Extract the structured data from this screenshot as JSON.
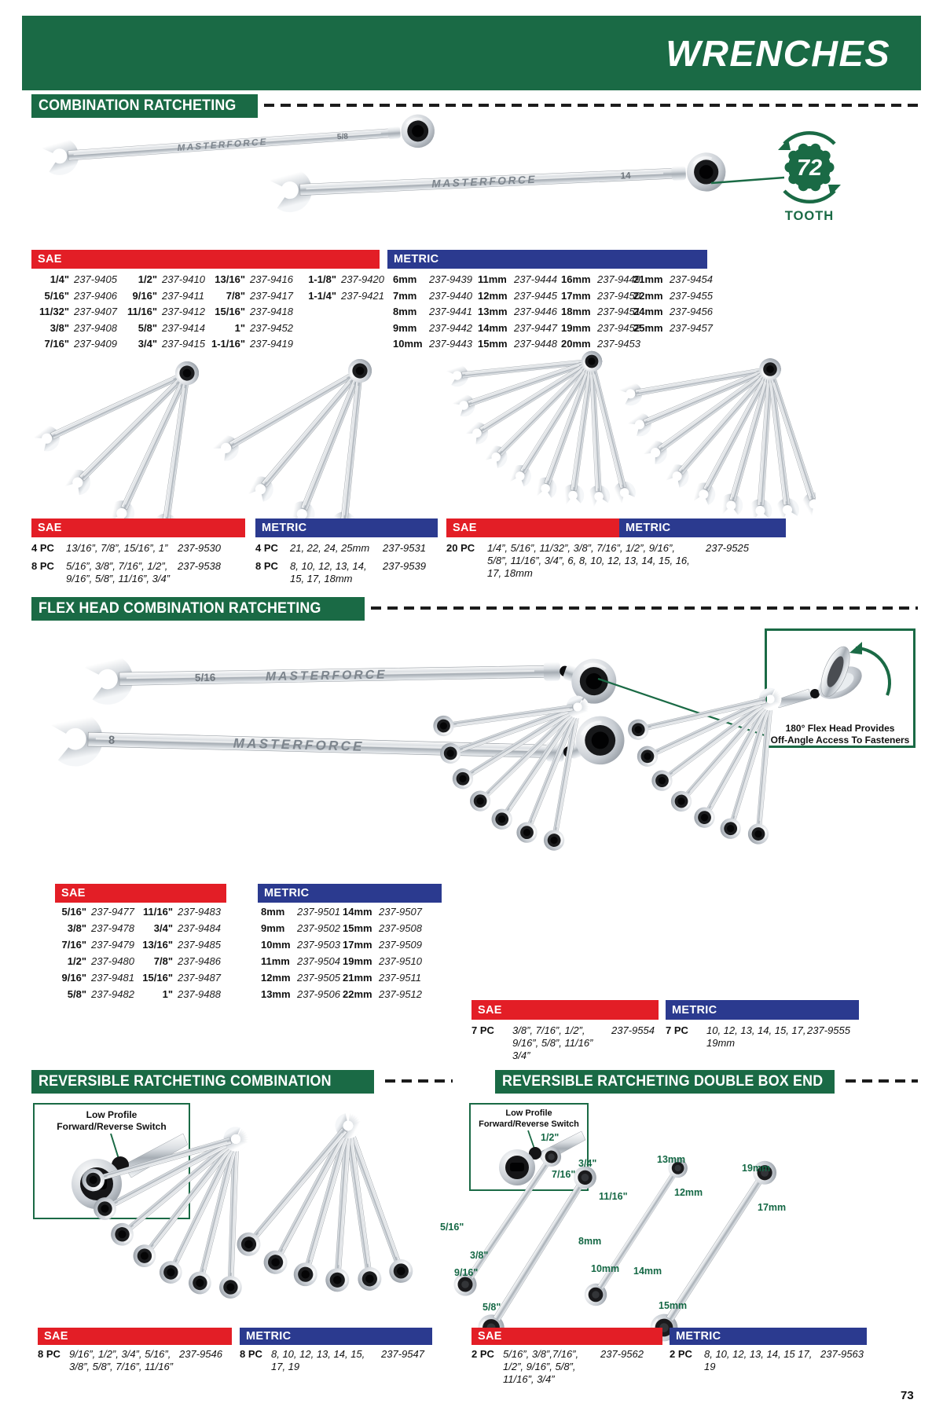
{
  "page": {
    "header": "WRENCHES",
    "number": "73"
  },
  "colors": {
    "green": "#1a6a45",
    "red": "#e31e26",
    "blue": "#2b3a8f",
    "labelGreen": "#156845",
    "dash": "#1c1c1c"
  },
  "labels": {
    "sae": "SAE",
    "metric": "METRIC"
  },
  "sections": {
    "combo": {
      "title": "COMBINATION RATCHETING"
    },
    "flex": {
      "title": "FLEX HEAD COMBINATION RATCHETING"
    },
    "revCombo": {
      "title": "REVERSIBLE RATCHETING COMBINATION"
    },
    "revBox": {
      "title": "REVERSIBLE RATCHETING DOUBLE BOX END"
    }
  },
  "badge": {
    "number": "72",
    "label": "TOOTH"
  },
  "brand": "MASTERFORCE",
  "marks": [
    "5/8",
    "14",
    "5/16",
    "8"
  ],
  "comboSae": {
    "col1": [
      {
        "size": "1/4\"",
        "part": "237-9405"
      },
      {
        "size": "5/16\"",
        "part": "237-9406"
      },
      {
        "size": "11/32\"",
        "part": "237-9407"
      },
      {
        "size": "3/8\"",
        "part": "237-9408"
      },
      {
        "size": "7/16\"",
        "part": "237-9409"
      }
    ],
    "col2": [
      {
        "size": "1/2\"",
        "part": "237-9410"
      },
      {
        "size": "9/16\"",
        "part": "237-9411"
      },
      {
        "size": "11/16\"",
        "part": "237-9412"
      },
      {
        "size": "5/8\"",
        "part": "237-9414"
      },
      {
        "size": "3/4\"",
        "part": "237-9415"
      }
    ],
    "col3": [
      {
        "size": "13/16\"",
        "part": "237-9416"
      },
      {
        "size": "7/8\"",
        "part": "237-9417"
      },
      {
        "size": "15/16\"",
        "part": "237-9418"
      },
      {
        "size": "1\"",
        "part": "237-9452"
      },
      {
        "size": "1-1/16\"",
        "part": "237-9419"
      }
    ],
    "col4": [
      {
        "size": "1-1/8\"",
        "part": "237-9420"
      },
      {
        "size": "1-1/4\"",
        "part": "237-9421"
      }
    ]
  },
  "comboMetric": {
    "col1": [
      {
        "size": "6mm",
        "part": "237-9439"
      },
      {
        "size": "7mm",
        "part": "237-9440"
      },
      {
        "size": "8mm",
        "part": "237-9441"
      },
      {
        "size": "9mm",
        "part": "237-9442"
      },
      {
        "size": "10mm",
        "part": "237-9443"
      }
    ],
    "col2": [
      {
        "size": "11mm",
        "part": "237-9444"
      },
      {
        "size": "12mm",
        "part": "237-9445"
      },
      {
        "size": "13mm",
        "part": "237-9446"
      },
      {
        "size": "14mm",
        "part": "237-9447"
      },
      {
        "size": "15mm",
        "part": "237-9448"
      }
    ],
    "col3": [
      {
        "size": "16mm",
        "part": "237-9449"
      },
      {
        "size": "17mm",
        "part": "237-9450"
      },
      {
        "size": "18mm",
        "part": "237-9451"
      },
      {
        "size": "19mm",
        "part": "237-9452"
      },
      {
        "size": "20mm",
        "part": "237-9453"
      }
    ],
    "col4": [
      {
        "size": "21mm",
        "part": "237-9454"
      },
      {
        "size": "22mm",
        "part": "237-9455"
      },
      {
        "size": "24mm",
        "part": "237-9456"
      },
      {
        "size": "25mm",
        "part": "237-9457"
      }
    ]
  },
  "comboSetsSae": {
    "rows": [
      {
        "pc": "4 PC",
        "sizes": "13/16”, 7/8”, 15/16”, 1”",
        "part": "237-9530"
      },
      {
        "pc": "8 PC",
        "sizes": "5/16”, 3/8”, 7/16”, 1/2”, 9/16”, 5/8”, 11/16”, 3/4”",
        "part": "237-9538"
      }
    ]
  },
  "comboSetsMetric": {
    "rows": [
      {
        "pc": "4 PC",
        "sizes": "21, 22, 24, 25mm",
        "part": "237-9531"
      },
      {
        "pc": "8 PC",
        "sizes": "8, 10, 12, 13, 14, 15, 17, 18mm",
        "part": "237-9539"
      }
    ]
  },
  "set20": {
    "pc": "20 PC",
    "sizes": "1/4”, 5/16”, 11/32”, 3/8”, 7/16”, 1/2”, 9/16”, 5/8”, 11/16”, 3/4”, 6, 8, 10, 12, 13, 14, 15, 16, 17, 18mm",
    "part": "237-9525"
  },
  "flexSae": {
    "col1": [
      {
        "size": "5/16\"",
        "part": "237-9477"
      },
      {
        "size": "3/8\"",
        "part": "237-9478"
      },
      {
        "size": "7/16\"",
        "part": "237-9479"
      },
      {
        "size": "1/2\"",
        "part": "237-9480"
      },
      {
        "size": "9/16\"",
        "part": "237-9481"
      },
      {
        "size": "5/8\"",
        "part": "237-9482"
      }
    ],
    "col2": [
      {
        "size": "11/16\"",
        "part": "237-9483"
      },
      {
        "size": "3/4\"",
        "part": "237-9484"
      },
      {
        "size": "13/16\"",
        "part": "237-9485"
      },
      {
        "size": "7/8\"",
        "part": "237-9486"
      },
      {
        "size": "15/16\"",
        "part": "237-9487"
      },
      {
        "size": "1\"",
        "part": "237-9488"
      }
    ]
  },
  "flexMetric": {
    "col1": [
      {
        "size": "8mm",
        "part": "237-9501"
      },
      {
        "size": "9mm",
        "part": "237-9502"
      },
      {
        "size": "10mm",
        "part": "237-9503"
      },
      {
        "size": "11mm",
        "part": "237-9504"
      },
      {
        "size": "12mm",
        "part": "237-9505"
      },
      {
        "size": "13mm",
        "part": "237-9506"
      }
    ],
    "col2": [
      {
        "size": "14mm",
        "part": "237-9507"
      },
      {
        "size": "15mm",
        "part": "237-9508"
      },
      {
        "size": "17mm",
        "part": "237-9509"
      },
      {
        "size": "19mm",
        "part": "237-9510"
      },
      {
        "size": "21mm",
        "part": "237-9511"
      },
      {
        "size": "22mm",
        "part": "237-9512"
      }
    ]
  },
  "flexSetsSae": {
    "rows": [
      {
        "pc": "7 PC",
        "sizes": "3/8”, 7/16”, 1/2”, 9/16”, 5/8”, 11/16” 3/4”",
        "part": "237-9554"
      }
    ]
  },
  "flexSetsMetric": {
    "rows": [
      {
        "pc": "7 PC",
        "sizes": "10, 12, 13, 14, 15, 17, 19mm",
        "part": "237-9555"
      }
    ]
  },
  "revComboSae": {
    "rows": [
      {
        "pc": "8 PC",
        "sizes": "9/16”, 1/2”, 3/4”, 5/16”, 3/8”, 5/8”, 7/16”, 11/16”",
        "part": "237-9546"
      }
    ]
  },
  "revComboMetric": {
    "rows": [
      {
        "pc": "8 PC",
        "sizes": "8, 10, 12, 13, 14, 15, 17, 19",
        "part": "237-9547"
      }
    ]
  },
  "revBoxSae": {
    "rows": [
      {
        "pc": "2 PC",
        "sizes": "5/16”, 3/8”,7/16”, 1/2”, 9/16”, 5/8”, 11/16”, 3/4”",
        "part": "237-9562"
      }
    ]
  },
  "revBoxMetric": {
    "rows": [
      {
        "pc": "2 PC",
        "sizes": "8, 10, 12, 13, 14, 15 17, 19",
        "part": "237-9563"
      }
    ]
  },
  "callouts": {
    "flex": {
      "line1": "180° Flex Head Provides",
      "line2": "Off-Angle Access To Fasteners"
    },
    "lowProfile": {
      "line1": "Low Profile",
      "line2": "Forward/Reverse Switch"
    }
  },
  "boxEndLabels": [
    "1/2\"",
    "7/16\"",
    "3/4\"",
    "11/16\"",
    "13mm",
    "12mm",
    "19mm",
    "17mm",
    "5/16\"",
    "3/8\"",
    "9/16\"",
    "5/8\"",
    "8mm",
    "10mm",
    "14mm",
    "15mm"
  ]
}
